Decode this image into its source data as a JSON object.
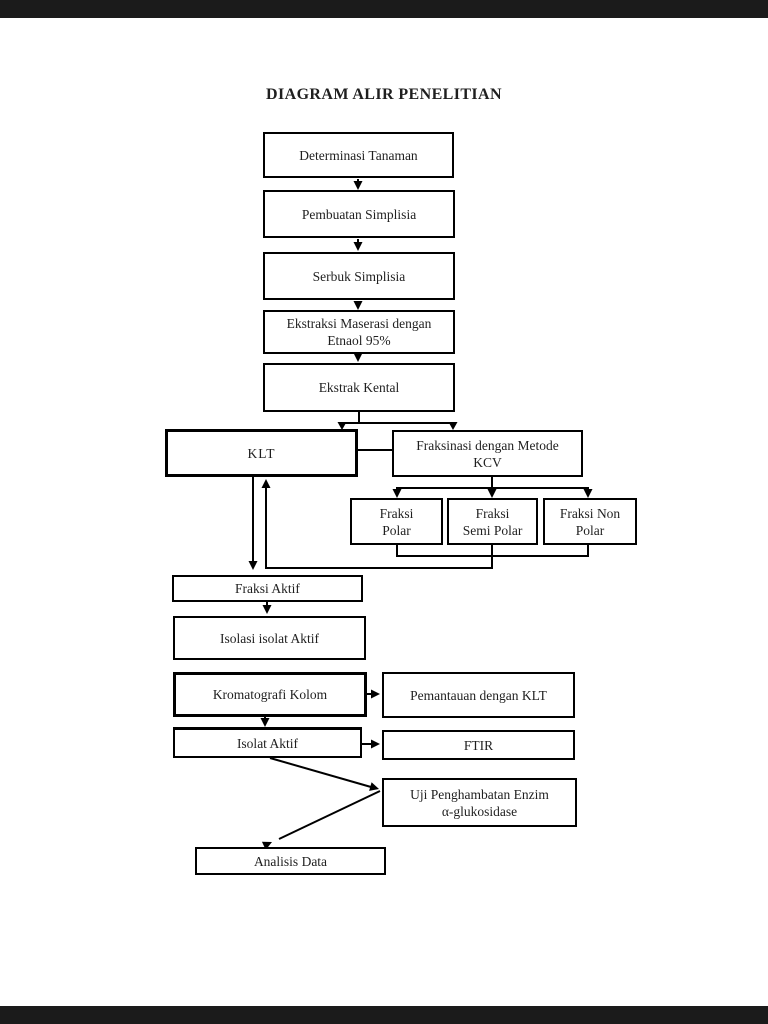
{
  "page": {
    "title": "DIAGRAM ALIR PENELITIAN"
  },
  "nodes": {
    "determinasi": {
      "label": "Determinasi Tanaman"
    },
    "pembuatan": {
      "label": "Pembuatan Simplisia"
    },
    "serbuk": {
      "label": "Serbuk Simplisia"
    },
    "ekstraksi": {
      "lines": [
        "Ekstraksi Maserasi dengan",
        "Etnaol 95%"
      ]
    },
    "ekstrak_kental": {
      "label": "Ekstrak Kental"
    },
    "klt": {
      "label": "KLT"
    },
    "fraksinasi": {
      "lines": [
        "Fraksinasi dengan Metode",
        "KCV"
      ]
    },
    "fraksi_polar": {
      "lines": [
        "Fraksi",
        "Polar"
      ]
    },
    "fraksi_semi_polar": {
      "lines": [
        "Fraksi",
        "Semi Polar"
      ]
    },
    "fraksi_non_polar": {
      "lines": [
        "Fraksi Non",
        "Polar"
      ]
    },
    "fraksi_aktif": {
      "label": "Fraksi Aktif"
    },
    "isolasi_isolat_aktif": {
      "label": "Isolasi isolat Aktif"
    },
    "kromatografi_kolom": {
      "label": "Kromatografi Kolom"
    },
    "pemantauan_klt": {
      "label": "Pemantauan dengan KLT"
    },
    "isolat_aktif": {
      "label": "Isolat Aktif"
    },
    "ftir": {
      "label": "FTIR"
    },
    "uji_penghambatan": {
      "lines": [
        "Uji Penghambatan Enzim",
        "α-glukosidase"
      ]
    },
    "analisis_data": {
      "label": "Analisis Data"
    }
  },
  "colors": {
    "line": "#000000",
    "page_background": "#ffffff",
    "letterbox": "#1b1b1b"
  }
}
